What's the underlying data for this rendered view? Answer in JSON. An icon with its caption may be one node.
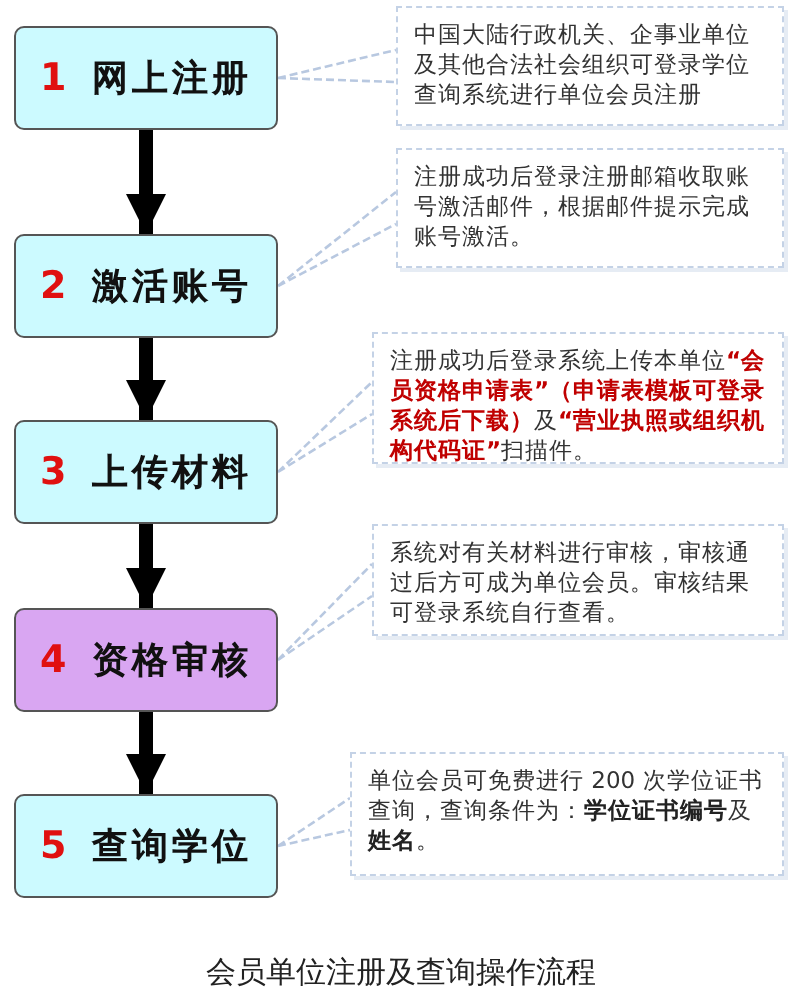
{
  "diagram": {
    "caption": "会员单位注册及查询操作流程",
    "nodes": [
      {
        "text": [
          "1",
          "网上注册"
        ]
      },
      {
        "text": [
          "中国大陆行政机关、企事业单位及其他合法社会组织可登录学位查询系统进行单位会员注册"
        ]
      },
      {
        "text": [
          "2",
          "激活账号"
        ]
      },
      {
        "text": [
          "注册成功后登录注册邮箱收取账号激活邮件，根据邮件提示完成账号激活。"
        ]
      },
      {
        "text": [
          "3",
          "上传材料"
        ]
      },
      {
        "text": [
          "注册成功后登录系统上传本单位**“会员资格申请表”（申请表模板可登录系统后下载）**及**“营业执照或组织机构代码证”**扫描件。"
        ]
      },
      {
        "text": [
          "4",
          "资格审核"
        ]
      },
      {
        "text": [
          "系统对有关材料进行审核，审核通过后方可成为单位会员。审核结果可登录系统自行查看。"
        ]
      },
      {
        "text": [
          "5",
          "查询学位"
        ]
      },
      {
        "text": [
          "单位会员可免费进行 200 次学位证书查询，查询条件为：**学位证书编号**及**姓名**。"
        ]
      }
    ],
    "edges": [
      {
        "from": 0,
        "to": 2,
        "arrow": "to",
        "style": "thick",
        "color": "#000000"
      },
      {
        "from": 2,
        "to": 4,
        "arrow": "to",
        "style": "thick",
        "color": "#000000"
      },
      {
        "from": 4,
        "to": 6,
        "arrow": "to",
        "style": "thick",
        "color": "#000000"
      },
      {
        "from": 6,
        "to": 8,
        "arrow": "to",
        "style": "thick",
        "color": "#000000"
      },
      {
        "from": 0,
        "to": 1,
        "arrow": "none",
        "style": "dashed",
        "color": "#b8c8e0"
      },
      {
        "from": 2,
        "to": 3,
        "arrow": "none",
        "style": "dashed",
        "color": "#b8c8e0"
      },
      {
        "from": 4,
        "to": 5,
        "arrow": "none",
        "style": "dashed",
        "color": "#b8c8e0"
      },
      {
        "from": 6,
        "to": 7,
        "arrow": "none",
        "style": "dashed",
        "color": "#b8c8e0"
      },
      {
        "from": 8,
        "to": 9,
        "arrow": "none",
        "style": "dashed",
        "color": "#b8c8e0"
      }
    ]
  }
}
